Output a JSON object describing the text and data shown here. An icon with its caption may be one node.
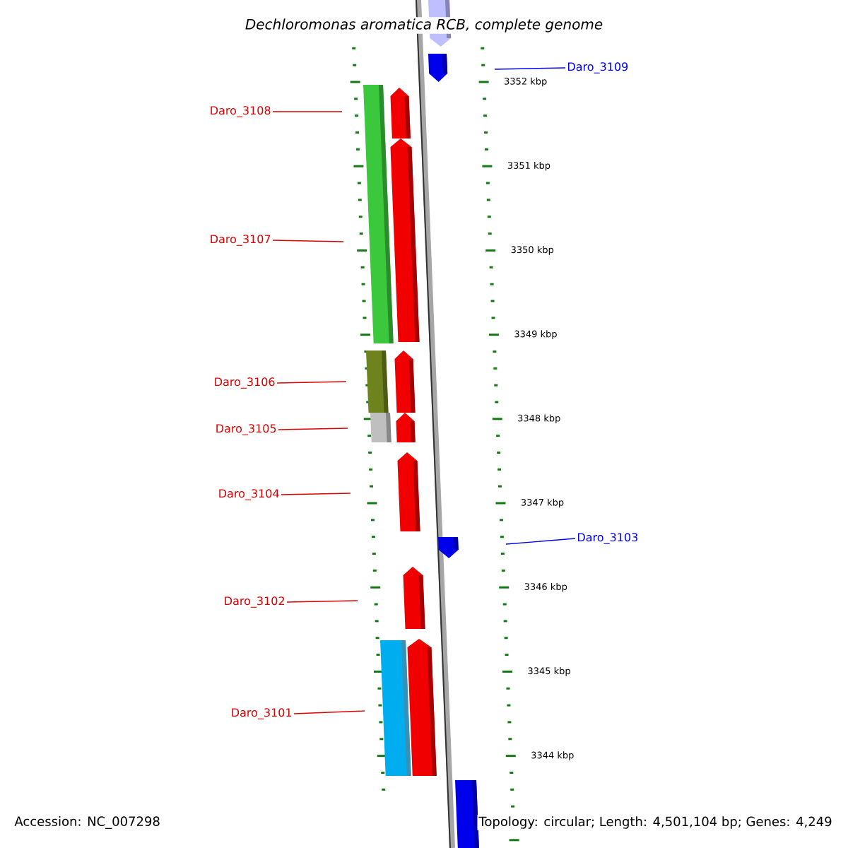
{
  "diagram": {
    "title": "Dechloromonas aromatica RCB, complete genome",
    "nodes": [
      {
        "text": [
          "Daro_3109"
        ]
      },
      {
        "text": [
          "Daro_3108"
        ]
      },
      {
        "text": [
          "Daro_3107"
        ]
      },
      {
        "text": [
          "Daro_3106"
        ]
      },
      {
        "text": [
          "Daro_3105"
        ]
      },
      {
        "text": [
          "Daro_3104"
        ]
      },
      {
        "text": [
          "Daro_3103"
        ]
      },
      {
        "text": [
          "Daro_3102"
        ]
      },
      {
        "text": [
          "Daro_3101"
        ]
      }
    ],
    "edges": [
      {
        "from": 0,
        "to": null,
        "arrow": "none",
        "color": "#0000ee"
      },
      {
        "from": 1,
        "to": null,
        "arrow": "none"
      },
      {
        "from": 2,
        "to": null,
        "arrow": "none"
      },
      {
        "from": 3,
        "to": null,
        "arrow": "none"
      },
      {
        "from": 4,
        "to": null,
        "arrow": "none"
      },
      {
        "from": 5,
        "to": null,
        "arrow": "none"
      },
      {
        "from": 6,
        "to": null,
        "arrow": "none",
        "color": "#0000ee"
      },
      {
        "from": 7,
        "to": null,
        "arrow": "none"
      },
      {
        "from": 8,
        "to": null,
        "arrow": "none"
      }
    ],
    "labels": [
      "3352 kbp",
      "3351 kbp",
      "3350 kbp",
      "3349 kbp",
      "3348 kbp",
      "3347 kbp",
      "3346 kbp",
      "3345 kbp",
      "3344 kbp",
      "Accession: NC_007298",
      "Topology: circular; Length: 4,501,104 bp; Genes: 4,249"
    ]
  }
}
